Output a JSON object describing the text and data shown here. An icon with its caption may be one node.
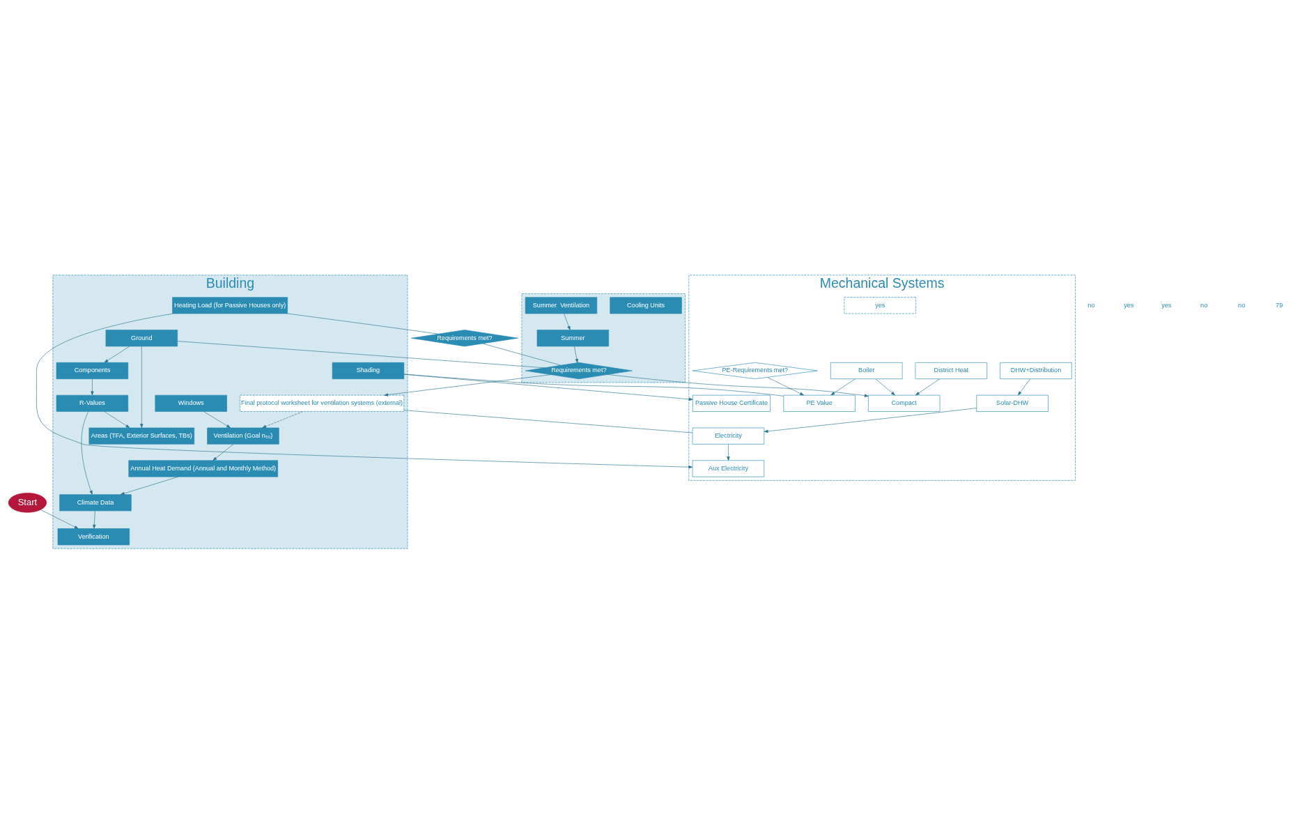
{
  "diagram": {
    "nodes": [
      {
        "text": [
          "Start"
        ]
      },
      {
        "text": [
          "Building"
        ]
      },
      {
        "text": [
          "Verification"
        ],
        "in": 1
      },
      {
        "text": [
          "Climate Data"
        ],
        "in": 1
      },
      {
        "text": [
          "R-Values"
        ],
        "in": 1
      },
      {
        "text": [
          "Areas (TFA, Exterior Surfaces, TBs)"
        ],
        "in": 1
      },
      {
        "text": [
          "Ground"
        ],
        "in": 1
      },
      {
        "text": [
          "Components"
        ],
        "in": 1
      },
      {
        "text": [
          "Windows"
        ],
        "in": 1
      },
      {
        "text": [
          "Shading"
        ],
        "in": 1
      },
      {
        "text": [
          "Ventilation (Goal n₅₀)"
        ],
        "in": 1
      },
      {
        "text": [
          "Final protocol worksheet for ventilation systems (external)"
        ],
        "in": 1
      },
      {
        "text": [
          "Annual Heat Demand (Annual and Monthly Method)"
        ],
        "in": 1
      },
      {
        "text": [
          "Heating Load (for Passive Houses only)"
        ],
        "in": 1
      },
      {
        "text": [],
        "shape": "box"
      },
      {
        "text": [
          "Cooling Units"
        ],
        "in": 14
      },
      {
        "text": [
          "Requirements met?"
        ],
        "in": 14
      },
      {
        "text": [
          "Summer"
        ],
        "in": 14
      },
      {
        "text": [
          "Summer  Ventilation"
        ],
        "in": 14
      },
      {
        "text": [
          "Requirements met?"
        ]
      },
      {
        "text": [
          "Mechanical Systems"
        ]
      },
      {
        "text": [
          "DHW+Distribution"
        ],
        "in": 20
      },
      {
        "text": [
          "Solar-DHW"
        ],
        "in": 20
      },
      {
        "text": [
          "Electricity"
        ],
        "in": 20
      },
      {
        "text": [
          "Aux Electricity"
        ],
        "in": 20
      },
      {
        "text": [
          "Compact"
        ],
        "in": 20
      },
      {
        "text": [
          "Boiler"
        ],
        "in": 20
      },
      {
        "text": [
          "PE Value"
        ],
        "in": 20
      },
      {
        "text": [
          "District Heat"
        ],
        "in": 20
      },
      {
        "text": [
          "PE-Requirements met?"
        ],
        "in": 20
      },
      {
        "text": [
          "yes"
        ],
        "in": 20
      },
      {
        "text": [
          "Passive House Certificate"
        ],
        "in": 20
      }
    ],
    "edges": [
      {
        "from": 0,
        "to": 2,
        "arrow": "to"
      },
      {
        "from": 3,
        "to": 2,
        "arrow": "to"
      },
      {
        "from": 4,
        "to": 5,
        "arrow": "to"
      },
      {
        "from": 6,
        "to": 5,
        "arrow": "to"
      },
      {
        "from": 7,
        "to": 4,
        "arrow": "to"
      },
      {
        "from": 4,
        "to": 3,
        "arrow": "to"
      },
      {
        "from": 6,
        "to": 7,
        "arrow": "to"
      },
      {
        "from": 12,
        "to": 3,
        "arrow": "to"
      },
      {
        "from": 8,
        "to": 10,
        "arrow": "to"
      },
      {
        "from": 11,
        "to": 10,
        "arrow": "to",
        "style": "dashed"
      },
      {
        "from": 10,
        "to": 12,
        "arrow": "to"
      },
      {
        "from": 18,
        "to": 17,
        "arrow": "to"
      },
      {
        "from": 17,
        "to": 16,
        "arrow": "to"
      },
      {
        "from": 6,
        "to": 16,
        "arrow": "none"
      },
      {
        "from": 16,
        "to": 25,
        "arrow": "to"
      },
      {
        "from": 16,
        "to": 11,
        "arrow": "to"
      },
      {
        "from": 13,
        "to": 19,
        "arrow": "none"
      },
      {
        "from": 19,
        "to": 16,
        "arrow": "none"
      },
      {
        "from": 13,
        "to": 24,
        "arrow": "to"
      },
      {
        "from": 11,
        "to": 23,
        "arrow": "none"
      },
      {
        "from": 9,
        "to": 31,
        "arrow": "to"
      },
      {
        "from": 9,
        "to": 27,
        "arrow": "none"
      },
      {
        "from": 21,
        "to": 22,
        "arrow": "to"
      },
      {
        "from": 22,
        "to": 23,
        "arrow": "to"
      },
      {
        "from": 23,
        "to": 24,
        "arrow": "to"
      },
      {
        "from": 26,
        "to": 25,
        "arrow": "to"
      },
      {
        "from": 28,
        "to": 25,
        "arrow": "to"
      },
      {
        "from": 26,
        "to": 27,
        "arrow": "to"
      },
      {
        "from": 29,
        "to": 27,
        "arrow": "to"
      }
    ],
    "labels": [
      "no",
      "yes",
      "yes",
      "no",
      "no",
      "79"
    ]
  }
}
